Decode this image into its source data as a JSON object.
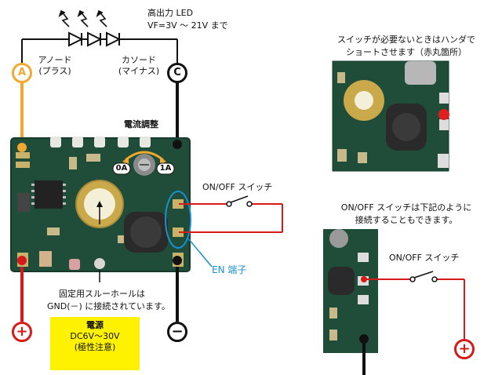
{
  "led": {
    "title": "高出力 LED",
    "voltage": "VF=3V ～ 21V まで"
  },
  "anode": {
    "label1": "アノード",
    "label2": "(プラス)",
    "mark": "A"
  },
  "cathode": {
    "label1": "カソード",
    "label2": "(マイナス)",
    "mark": "C"
  },
  "current_adjust": {
    "title": "電流調整",
    "min": "0A",
    "max": "1A"
  },
  "switch1": {
    "label": "ON/OFF スイッチ"
  },
  "en_terminal": {
    "label": "EN 端子"
  },
  "through_hole": {
    "line1": "固定用スルーホールは",
    "line2": "GND(－) に接続されています。"
  },
  "power": {
    "title": "電源",
    "range": "DC6V～30V",
    "note": "(極性注意)",
    "plus": "+",
    "minus": "−"
  },
  "right_top": {
    "line1": "スイッチが必要ないときはハンダで",
    "line2": "ショートさせます（赤丸箇所）"
  },
  "right_bottom": {
    "line1": "ON/OFF スイッチは下記のように",
    "line2": "接続することもできます。",
    "switch_label": "ON/OFF スイッチ",
    "plus": "+"
  },
  "colors": {
    "pcb": "#1f4d3a",
    "anode_wire": "#f0a830",
    "red_wire": "#d61a1a",
    "en_line": "#1a8fcf",
    "power_box": "#fff200"
  }
}
